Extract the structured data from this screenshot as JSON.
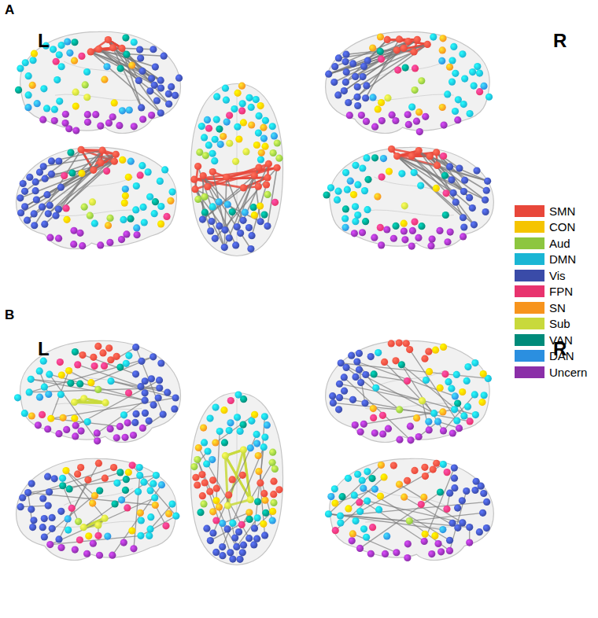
{
  "diagram": {
    "labels": [
      "A",
      "L",
      "R",
      "B",
      "L",
      "R"
    ],
    "legend": [
      {
        "text": "SMN",
        "color": "#e8473a"
      },
      {
        "text": "CON",
        "color": "#f5c400"
      },
      {
        "text": "Aud",
        "color": "#8dc63f"
      },
      {
        "text": "DMN",
        "color": "#1ab6d4"
      },
      {
        "text": "Vis",
        "color": "#3a4ba8"
      },
      {
        "text": "FPN",
        "color": "#e8336e"
      },
      {
        "text": "SN",
        "color": "#f7941d"
      },
      {
        "text": "Sub",
        "color": "#c8d93b"
      },
      {
        "text": "VAN",
        "color": "#008b7a"
      },
      {
        "text": "DAN",
        "color": "#2b8fe0"
      },
      {
        "text": "Uncern",
        "color": "#8b2fa8"
      }
    ]
  }
}
